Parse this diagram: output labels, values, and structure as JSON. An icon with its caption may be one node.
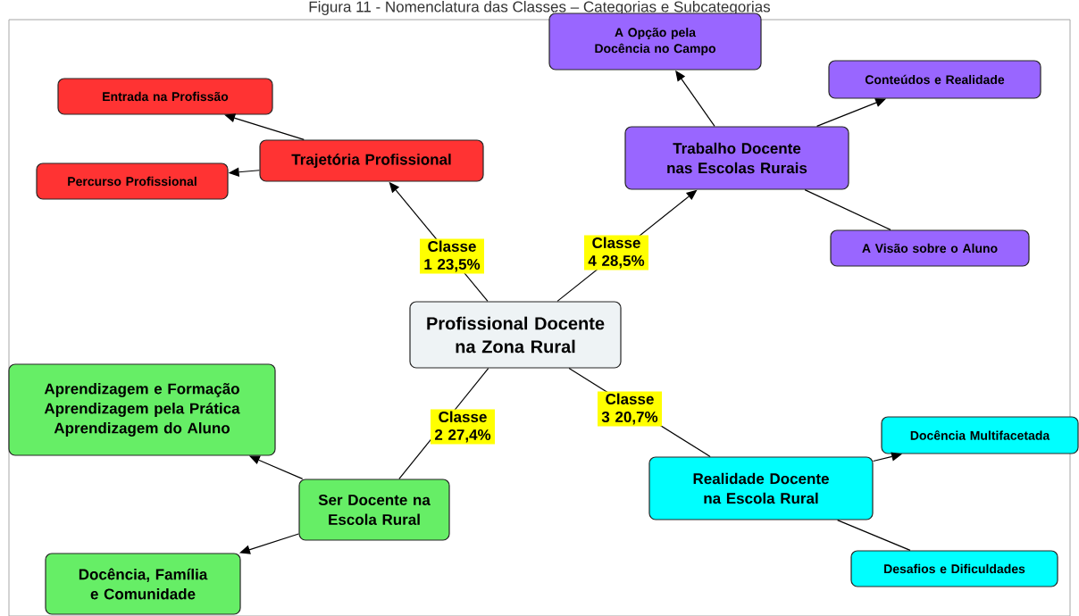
{
  "diagram": {
    "title": "Figura 11 - Nomenclatura das Classes – Categorias e Subcategorias",
    "nodes": [
      {
        "text": [
          "Profissional Docente na Zona Rural"
        ]
      },
      {
        "text": [
          "Trajetória Profissional"
        ]
      },
      {
        "text": [
          "Entrada na Profissão"
        ]
      },
      {
        "text": [
          "Percurso Profissional"
        ]
      },
      {
        "text": [
          "Trabalho Docente nas Escolas Rurais"
        ]
      },
      {
        "text": [
          "A Opção pela Docência no Campo"
        ]
      },
      {
        "text": [
          "Conteúdos e Realidade"
        ]
      },
      {
        "text": [
          "A Visão sobre o Aluno"
        ]
      },
      {
        "text": [
          "Ser Docente na Escola Rural"
        ]
      },
      {
        "text": [
          "Aprendizagem e Formação",
          "Aprendizagem pela Prática",
          "Aprendizagem do Aluno"
        ]
      },
      {
        "text": [
          "Docência, Família e Comunidade"
        ]
      },
      {
        "text": [
          "Realidade Docente na Escola Rural"
        ]
      },
      {
        "text": [
          "Docência Multifacetada"
        ]
      },
      {
        "text": [
          "Desafios e Dificuldades"
        ]
      }
    ],
    "edges": [
      {
        "from": 0,
        "to": 1,
        "arrow": "to",
        "label": "Classe 1 23,5%"
      },
      {
        "from": 0,
        "to": 4,
        "arrow": "to",
        "label": "Classe 4 28,5%"
      },
      {
        "from": 0,
        "to": 8,
        "arrow": "none",
        "label": "Classe 2 27,4%"
      },
      {
        "from": 0,
        "to": 11,
        "arrow": "none",
        "label": "Classe 3 20,7%"
      },
      {
        "from": 1,
        "to": 2,
        "arrow": "to"
      },
      {
        "from": 1,
        "to": 3,
        "arrow": "to"
      },
      {
        "from": 4,
        "to": 5,
        "arrow": "to"
      },
      {
        "from": 4,
        "to": 6,
        "arrow": "to"
      },
      {
        "from": 4,
        "to": 7,
        "arrow": "none"
      },
      {
        "from": 8,
        "to": 9,
        "arrow": "to"
      },
      {
        "from": 8,
        "to": 10,
        "arrow": "to"
      },
      {
        "from": 11,
        "to": 12,
        "arrow": "to"
      },
      {
        "from": 11,
        "to": 13,
        "arrow": "none"
      }
    ]
  }
}
